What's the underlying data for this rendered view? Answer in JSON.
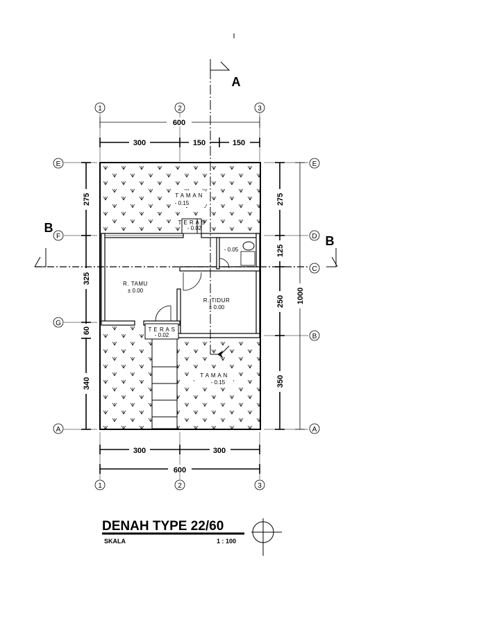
{
  "section_marks": {
    "a": "A",
    "b_left": "B",
    "b_right": "B"
  },
  "grid_top": [
    "1",
    "2",
    "3"
  ],
  "grid_bottom": [
    "1",
    "2",
    "3"
  ],
  "grid_left": [
    "E",
    "F",
    "G",
    "A"
  ],
  "grid_right": [
    "E",
    "D",
    "C",
    "B",
    "A"
  ],
  "dims_top": {
    "total": "600",
    "seg1": "300",
    "seg2": "150",
    "seg3": "150"
  },
  "dims_bottom": {
    "total": "600",
    "seg1": "300",
    "seg2": "300"
  },
  "dims_left": [
    "275",
    "325",
    "60",
    "340"
  ],
  "dims_right_inner": [
    "275",
    "125",
    "250",
    "350"
  ],
  "dims_right_total": "1000",
  "rooms": {
    "taman_top": {
      "name": "T A M A N",
      "level": "- 0.15"
    },
    "teras_top": {
      "name": "T E R A S",
      "level": "- 0.02"
    },
    "km": {
      "level": "- 0.05"
    },
    "tamu": {
      "name": "R. TAMU",
      "level": "± 0.00"
    },
    "tidur": {
      "name": "R. TIDUR",
      "level": "± 0.00"
    },
    "teras_bottom": {
      "name": "T E R A S",
      "level": "- 0.02"
    },
    "taman_bottom": {
      "name": "T A M A N",
      "level": "- 0.15"
    }
  },
  "title": "DENAH TYPE 22/60",
  "scale_label": "SKALA",
  "scale_value": "1 : 100",
  "colors": {
    "line": "#000000",
    "hatch": "#000000",
    "background": "#ffffff"
  }
}
